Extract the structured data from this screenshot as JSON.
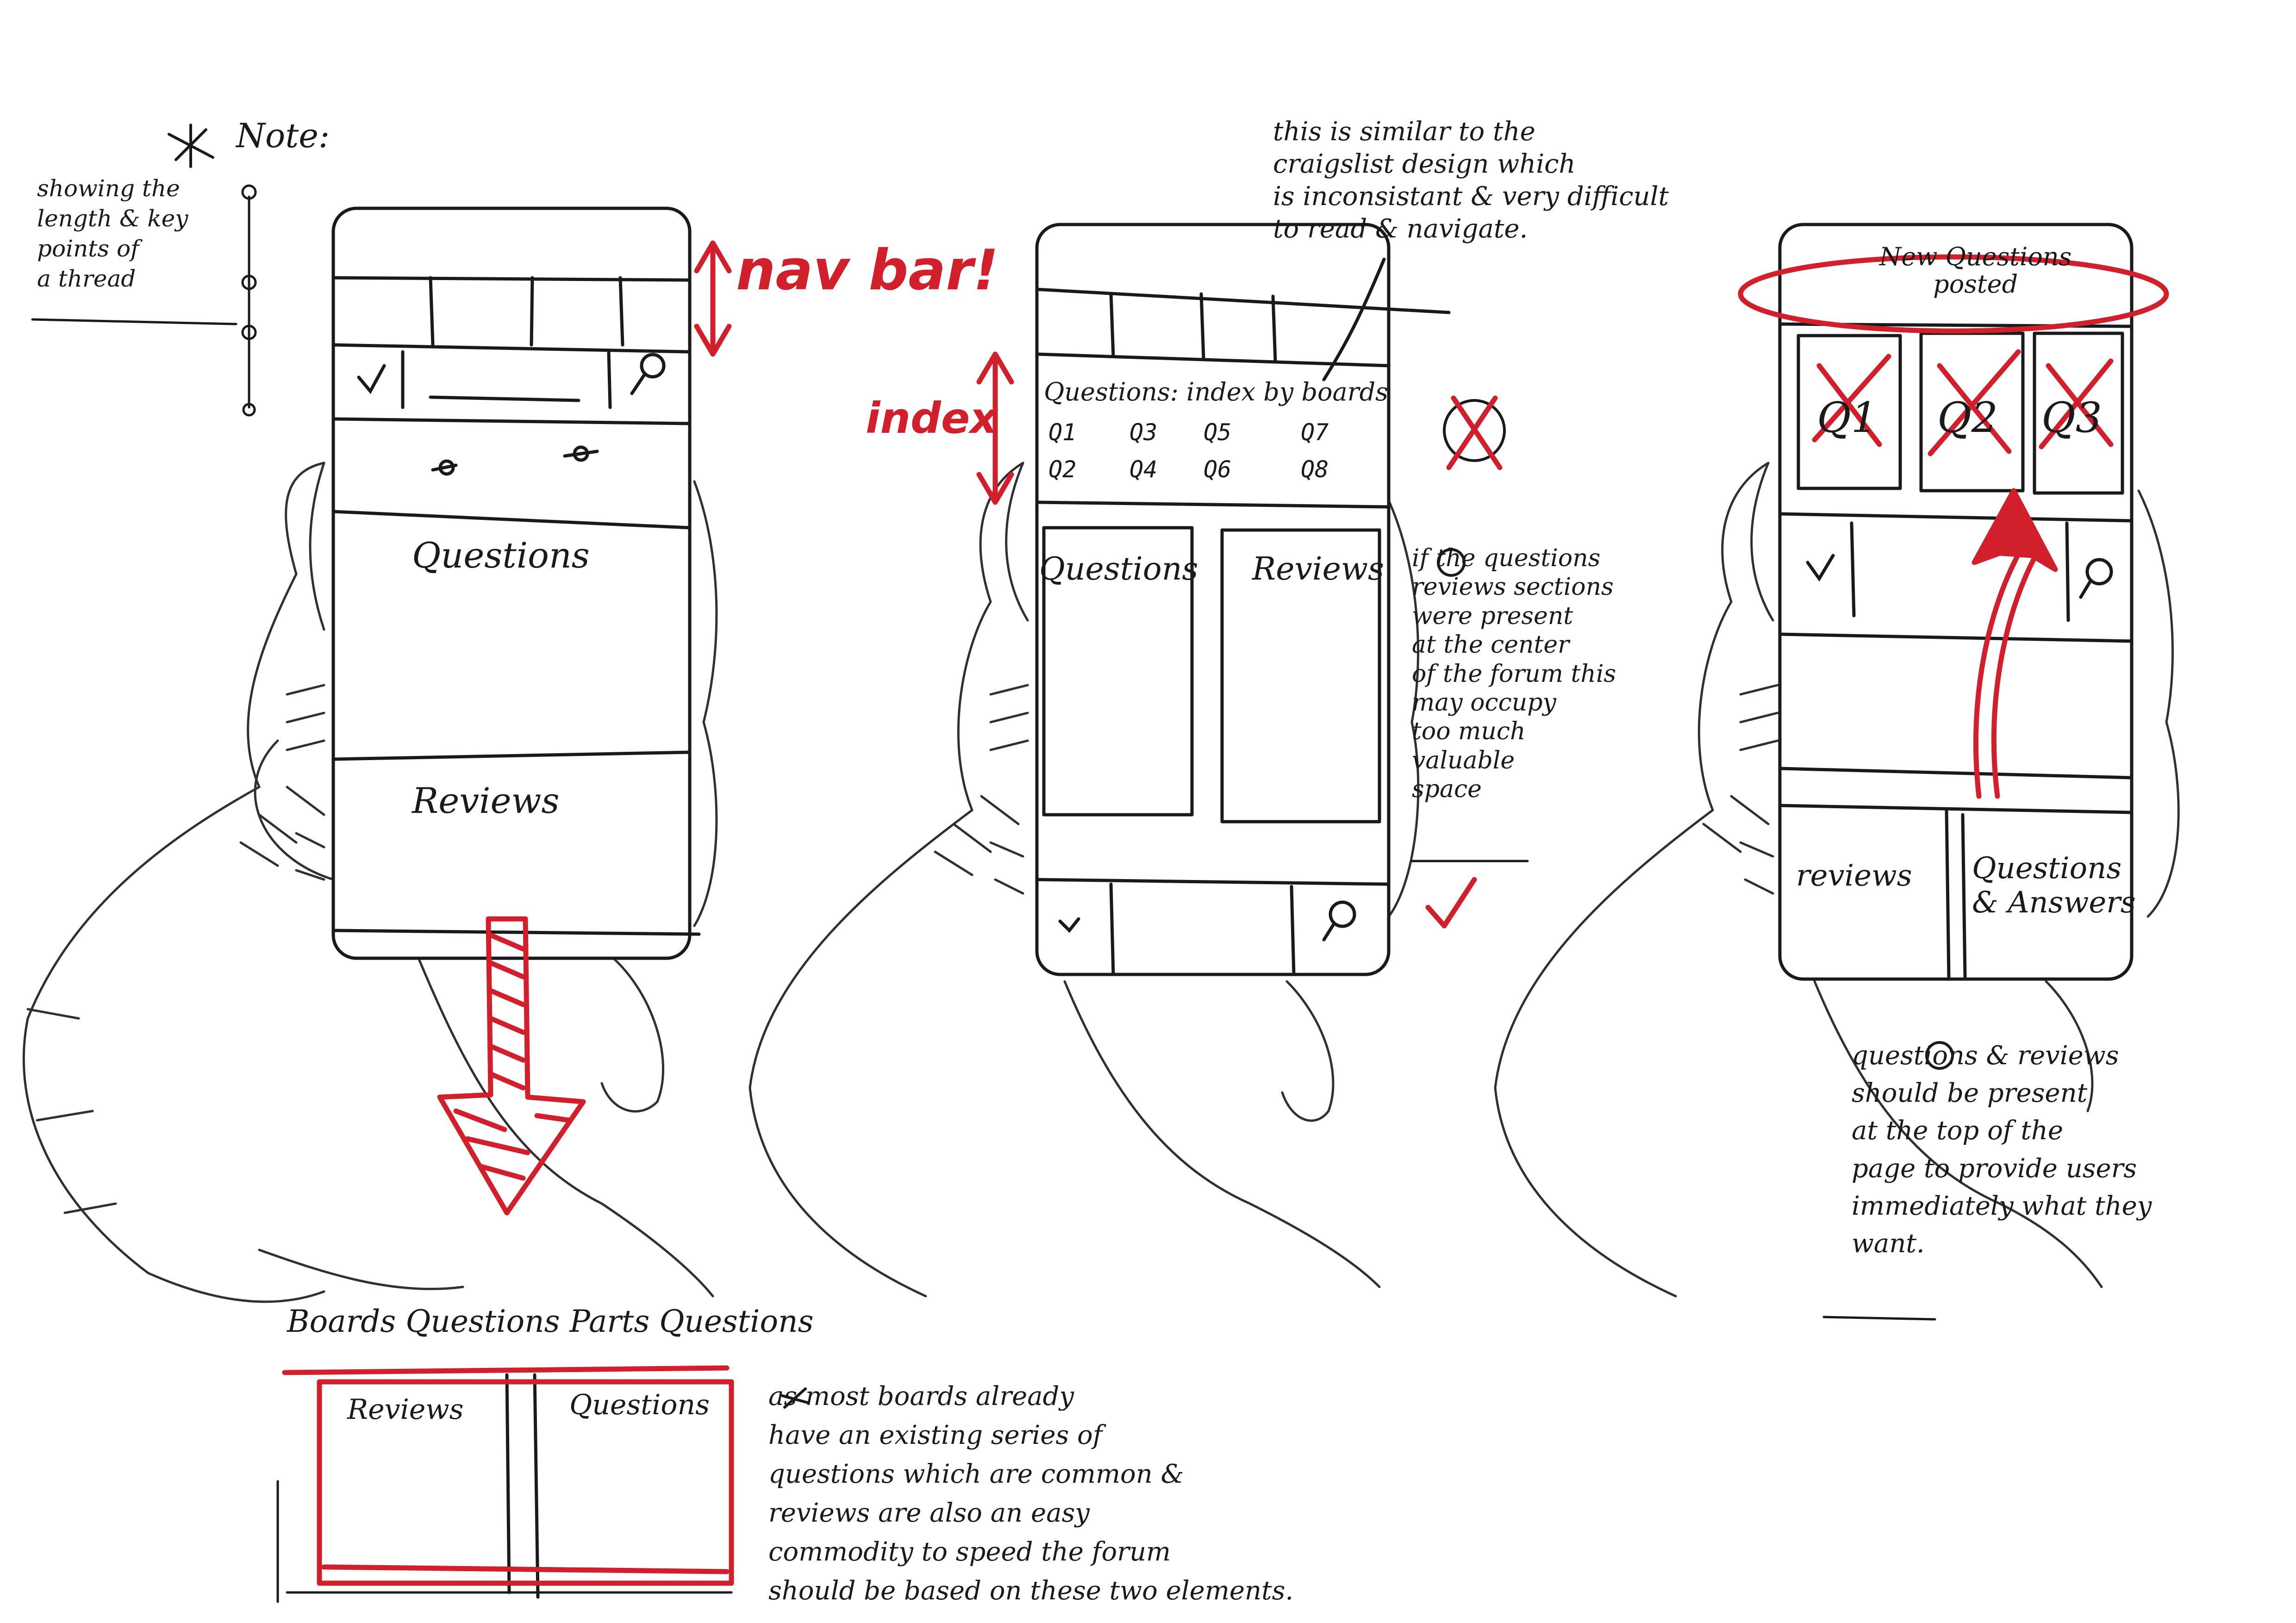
{
  "notes": {
    "star_note_title": "Note:",
    "thread_caption": "showing the\nlength & key\npoints of\na thread",
    "craigslist_note": "this is similar to the\ncraigslist design which\nis inconsistant & very difficult\nto read & navigate.",
    "center_note": "if the questions\nreviews sections\nwere present\nat the center\nof the forum this\nmay occupy\ntoo much\nvaluable\nspace",
    "top_note": "questions & reviews\nshould be present\nat the top of the\npage to provide users\nimmediately what they\nwant.",
    "boards_heading": "Boards Questions Parts Questions",
    "bottom_note": "as most boards already\nhave an existing series of\nquestions which are common &\nreviews are also an easy\ncommodity to speed the forum\nshould be based on these two elements."
  },
  "annotations": {
    "nav_bar": "nav bar!",
    "index": "index"
  },
  "phone1": {
    "questions": "Questions",
    "reviews": "Reviews"
  },
  "phone2": {
    "index_heading": "Questions: index by boards",
    "index_row1": [
      "Q1",
      "Q3",
      "Q5",
      "Q7"
    ],
    "index_row2": [
      "Q2",
      "Q4",
      "Q6",
      "Q8"
    ],
    "questions": "Questions",
    "reviews": "Reviews"
  },
  "phone3": {
    "banner": "New Questions\nposted",
    "tiles": [
      "Q1",
      "Q2",
      "Q3"
    ],
    "reviews": "reviews",
    "qa": "Questions\n& Answers"
  },
  "wireframe": {
    "reviews": "Reviews",
    "questions": "Questions"
  },
  "colors": {
    "ink": "#1a1a1a",
    "accent_red": "#d21f2c"
  },
  "icons": [
    "chevron-down-icon",
    "search-icon",
    "cross-icon",
    "check-icon",
    "arrow-icon"
  ]
}
